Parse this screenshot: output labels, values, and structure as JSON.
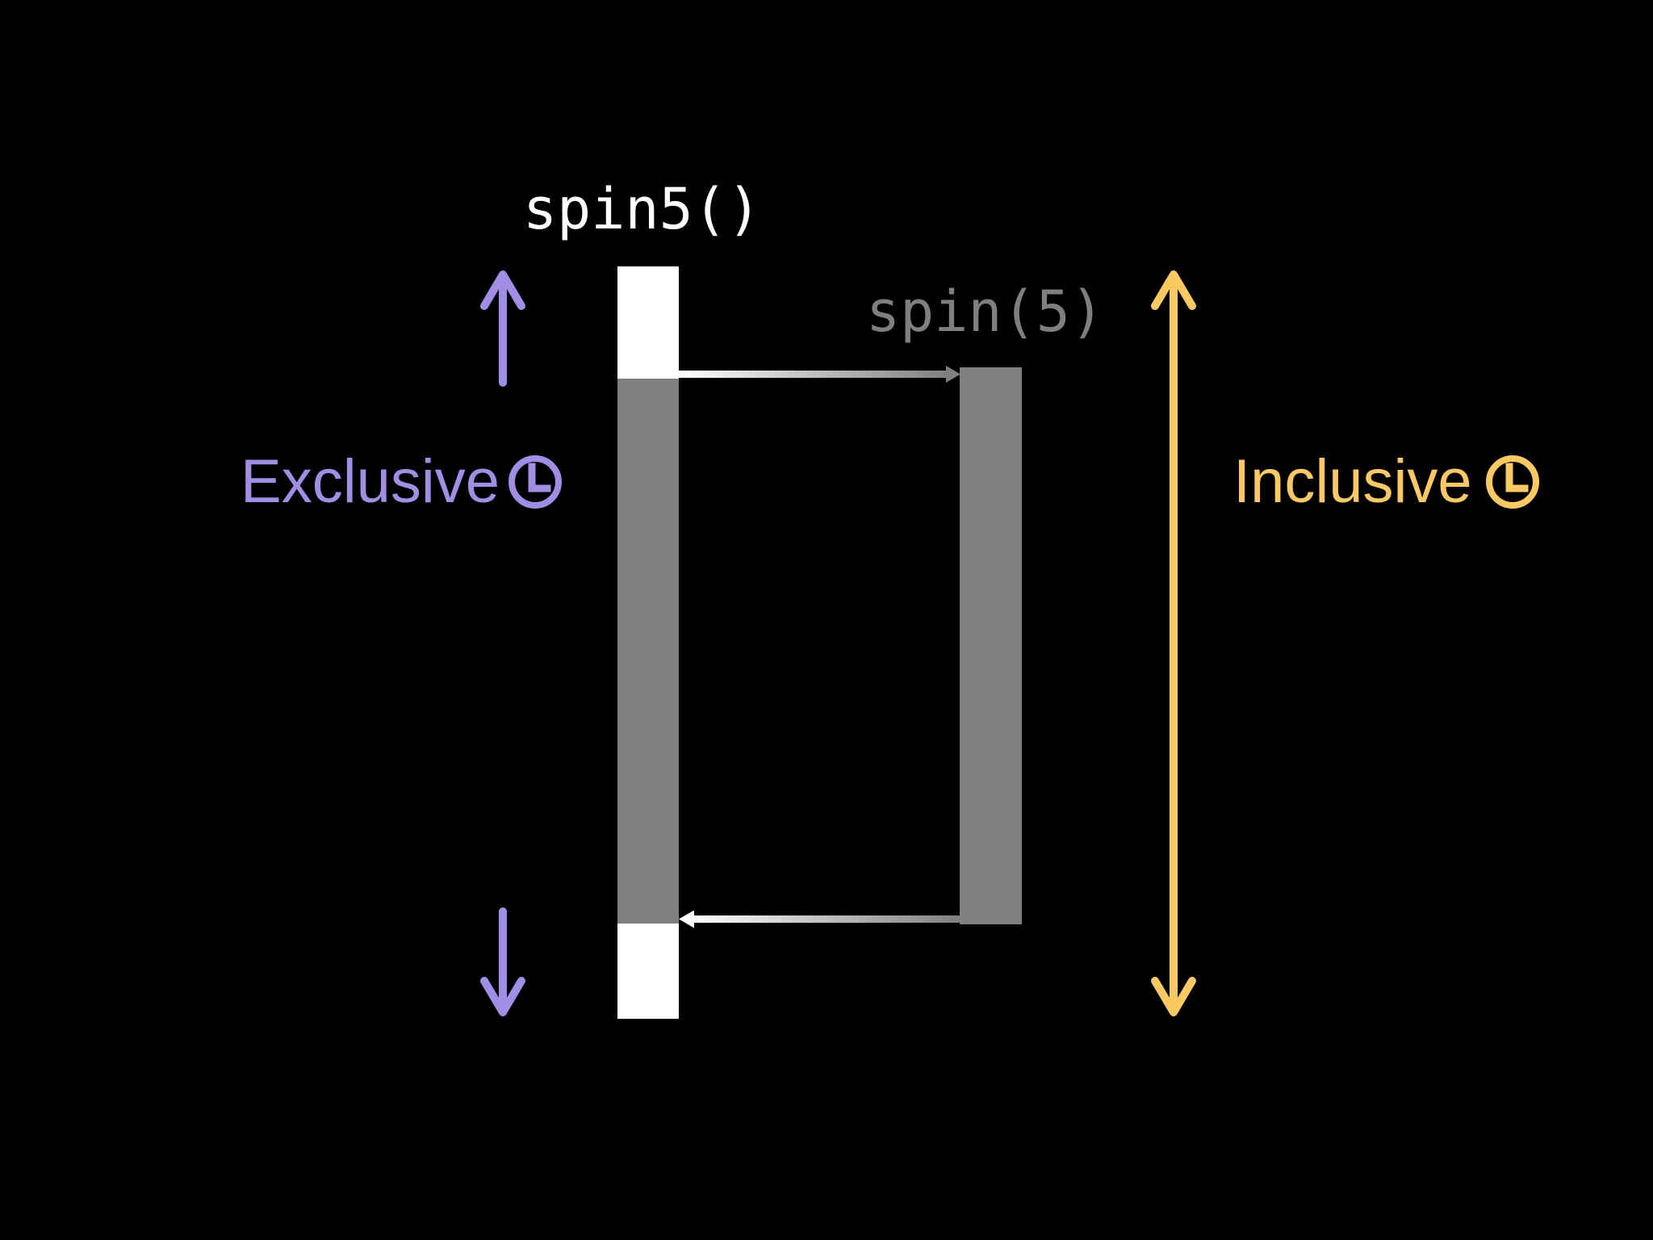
{
  "labels": {
    "outer_function": "spin5()",
    "inner_function": "spin(5)",
    "exclusive": "Exclusive",
    "inclusive": "Inclusive"
  },
  "icons": {
    "exclusive_icon": "clock-icon",
    "inclusive_icon": "clock-icon",
    "exclusive_arrows": "up-down-arrow-icon",
    "inclusive_arrow": "double-headed-arrow-icon",
    "call_arrow": "right-arrow-icon",
    "return_arrow": "left-arrow-icon"
  },
  "colors": {
    "background": "#000000",
    "outer_active": "#ffffff",
    "inactive_bar": "#7f7e80",
    "exclusive": "#a08de6",
    "inclusive": "#fcc95f",
    "outer_label": "#ffffff",
    "inner_label": "#7f7e80"
  }
}
